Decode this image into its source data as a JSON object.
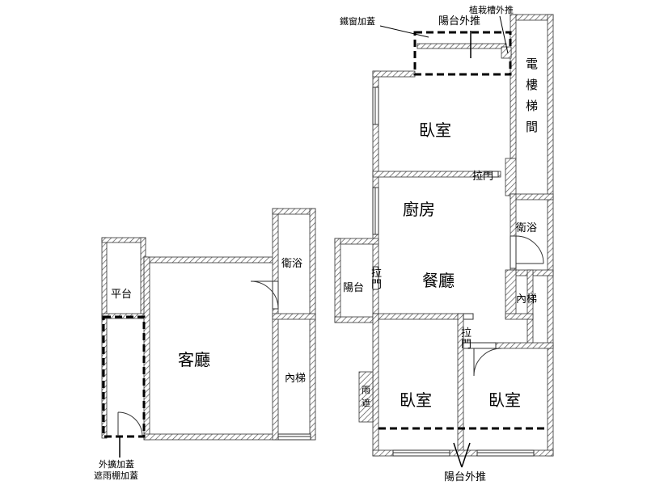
{
  "labels": {
    "living_room": "客廳",
    "platform": "平台",
    "bath_left": "衛浴",
    "inner_stair_left": "內梯",
    "bedroom_top": "臥室",
    "kitchen": "廚房",
    "dining": "餐廳",
    "balcony_left": "陽台",
    "bath_right": "衛浴",
    "inner_stair_right": "內梯",
    "elevator_stair": [
      "電",
      "樓",
      "梯",
      "間"
    ],
    "bedroom_bottom_left": "臥室",
    "bedroom_bottom_right": "臥室",
    "rain_shelter": [
      "雨",
      "遮"
    ],
    "slide_door_top": "拉門",
    "slide_door_left": [
      "拉",
      "門"
    ],
    "slide_door_bottom": [
      "拉",
      "門"
    ]
  },
  "annotations": {
    "iron_window_cover": "鐵窗加蓋",
    "balcony_extend_top": "陽台外推",
    "planter_extend": "植栽槽外推",
    "balcony_extend_bottom": "陽台外推",
    "extend_cover_line1": "外擴加蓋",
    "extend_cover_line2": "遮雨棚加蓋"
  }
}
